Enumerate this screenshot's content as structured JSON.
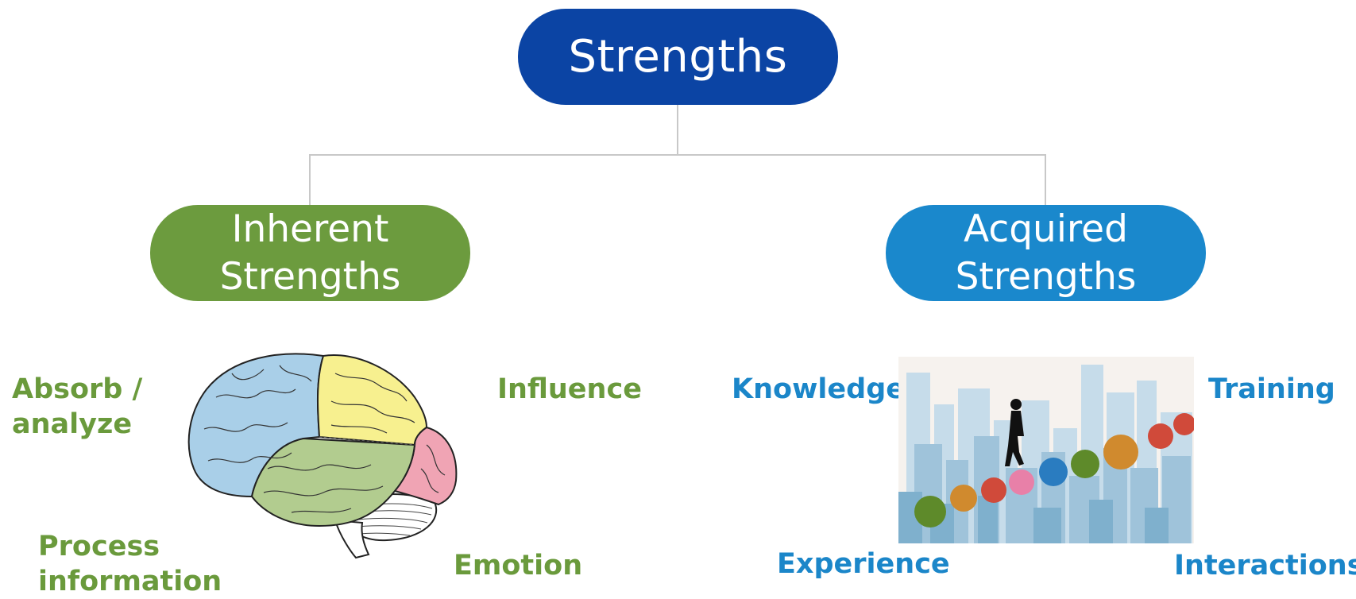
{
  "root": {
    "label": "Strengths"
  },
  "inherent": {
    "title_line1": "Inherent",
    "title_line2": "Strengths",
    "items": {
      "absorb_line1": "Absorb /",
      "absorb_line2": "analyze",
      "influence": "Influence",
      "process_line1": "Process",
      "process_line2": "information",
      "emotion": "Emotion"
    }
  },
  "acquired": {
    "title_line1": "Acquired",
    "title_line2": "Strengths",
    "items": {
      "knowledge": "Knowledge",
      "training": "Training",
      "experience": "Experience",
      "interactions": "Interactions"
    }
  },
  "colors": {
    "root": "#0b44a4",
    "inherent": "#6c9b3e",
    "acquired": "#1a88cc",
    "connector": "#c8c8c8"
  },
  "icons": {
    "inherent_image": "brain-illustration",
    "acquired_image": "city-puzzle-illustration"
  }
}
